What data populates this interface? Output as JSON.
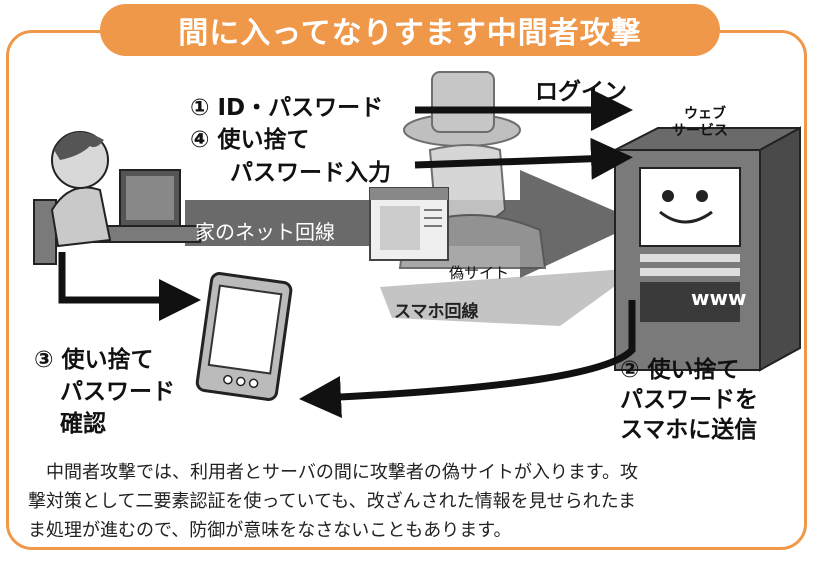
{
  "title": "間に入ってなりすます中間者攻撃",
  "labels": {
    "step1": "① ID・パスワード",
    "step4_line1": "④ 使い捨て",
    "step4_line2": "パスワード入力",
    "login": "ログイン",
    "web_service_line1": "ウェブ",
    "web_service_line2": "サービス",
    "home_line": "家のネット回線",
    "fake_site": "偽サイト",
    "phone_line": "スマホ回線",
    "step3_line1": "③ 使い捨て",
    "step3_line2": "パスワード",
    "step3_line3": "確認",
    "step2_line1": "② 使い捨て",
    "step2_line2": "パスワードを",
    "step2_line3": "スマホに送信",
    "www": "www"
  },
  "body": {
    "line1": "　中間者攻撃では、利用者とサーバの間に攻撃者の偽サイトが入ります。攻",
    "line2": "撃対策として二要素認証を使っていても、改ざんされた情報を見せられたま",
    "line3": "ま処理が進むので、防御が意味をなさないこともあります。"
  },
  "colors": {
    "accent": "#f0984a",
    "dark_gray": "#555555",
    "light_gray": "#bdbdbd"
  }
}
